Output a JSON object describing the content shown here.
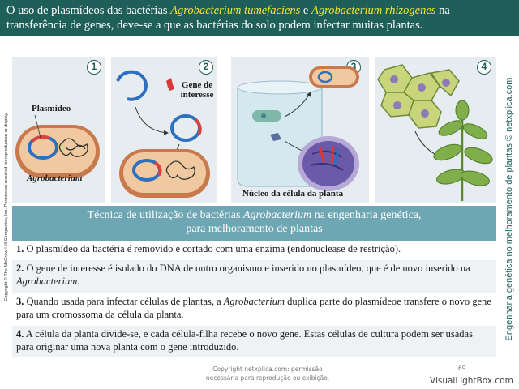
{
  "header": {
    "t1": "O uso de plasmídeos das bactérias ",
    "t2": "Agrobacterium tumefaciens",
    "t3": " e ",
    "t4": "Agrobacterium rhizogenes",
    "t5": " na transferência de genes, deve-se a que as bactérias do solo podem infectar muitas plantas."
  },
  "credit_left": "Copyright © The McGraw-Hill Companies, Inc. Permission required for reproduction or display.",
  "credit_right": "Engenharia genética no melhoramento de plantas © netxplica.com",
  "panels": {
    "p1": {
      "num": "1",
      "label_plasmid": "Plasmídeo",
      "label_bacterium": "Agrobacterium"
    },
    "p2": {
      "num": "2",
      "label_gene_line1": "Gene de",
      "label_gene_line2": "interesse"
    },
    "p3": {
      "num": "3",
      "label_nucleus": "Núcleo da célula da planta"
    },
    "p4": {
      "num": "4"
    }
  },
  "table": {
    "title1": "Técnica de utilização de bactérias ",
    "title2": "Agrobacterium",
    "title3": " na engenharia genética,",
    "title4": "para melhoramento de plantas",
    "rows": [
      {
        "n": "1.",
        "text": " O plasmídeo da bactéria é removido e cortado com uma enzima (endonuclease de restrição)."
      },
      {
        "n": "2.",
        "text": " O gene de interesse é isolado do DNA de outro organismo e inserido no plasmídeo, que é de novo inserido na ",
        "it": "Agrobacterium",
        "end": "."
      },
      {
        "n": "3.",
        "text": " Quando usada para infectar células de plantas, a ",
        "it": "Agrobacterium",
        "end": " duplica parte do plasmídeoe transfere o novo gene para um cromossoma da célula da planta."
      },
      {
        "n": "4.",
        "text": " A célula da planta divide-se, e cada célula-filha recebe o novo gene. Estas células de cultura podem ser usadas para originar uma nova planta com o gene introduzido."
      }
    ]
  },
  "footer": {
    "line1": "Copyright netxplica.com: permissão",
    "line2": "necessária para reprodução ou exibição.",
    "page": "69"
  },
  "brand": "VisualLightBox.com"
}
